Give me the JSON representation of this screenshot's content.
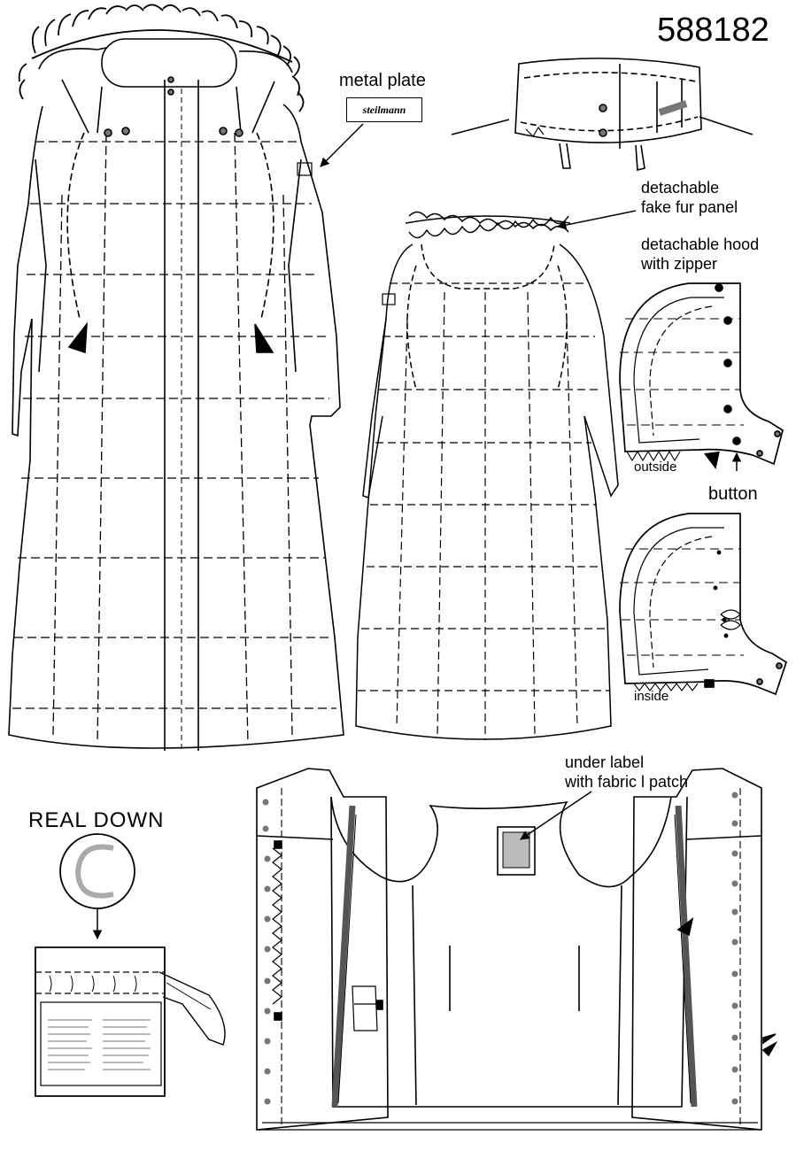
{
  "article_number": "588182",
  "labels": {
    "metal_plate": "metal plate",
    "brand_plate": "steilmann",
    "fur_panel_line1": "detachable",
    "fur_panel_line2": "fake fur panel",
    "hood_line1": "detachable hood",
    "hood_line2": "with zipper",
    "outside": "outside",
    "button": "button",
    "inside": "inside",
    "under_label_line1": "under label",
    "under_label_line2": "with fabric l patch",
    "real_down": "REAL  DOWN"
  },
  "colors": {
    "line": "#000000",
    "fill": "#ffffff",
    "button": "#777777",
    "zipper": "#555555",
    "patch": "#bbbbbb"
  }
}
